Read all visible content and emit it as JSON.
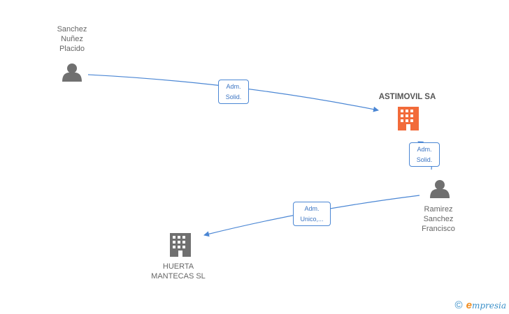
{
  "nodes": [
    {
      "id": "sanchez-placido",
      "type": "person",
      "label": "Sanchez\nNuñez\nPlacido",
      "color": "#707070"
    },
    {
      "id": "astimovil",
      "type": "company",
      "label": "ASTIMOVIL SA",
      "color": "#f26b3a",
      "highlighted": true
    },
    {
      "id": "ramirez-francisco",
      "type": "person",
      "label": "Ramirez\nSanchez\nFrancisco",
      "color": "#707070"
    },
    {
      "id": "huerta-mantecas",
      "type": "company",
      "label": "HUERTA\nMANTECAS SL",
      "color": "#707070"
    }
  ],
  "edges": [
    {
      "from": "sanchez-placido",
      "to": "astimovil",
      "label": "Adm.\nSolid."
    },
    {
      "from": "ramirez-francisco",
      "to": "astimovil",
      "label": "Adm.\nSolid."
    },
    {
      "from": "ramirez-francisco",
      "to": "huerta-mantecas",
      "label": "Adm.\nUnico,..."
    }
  ],
  "edge_color": "#4a86d4",
  "brand": {
    "copyright": "©",
    "initial": "e",
    "name": "mpresia"
  }
}
